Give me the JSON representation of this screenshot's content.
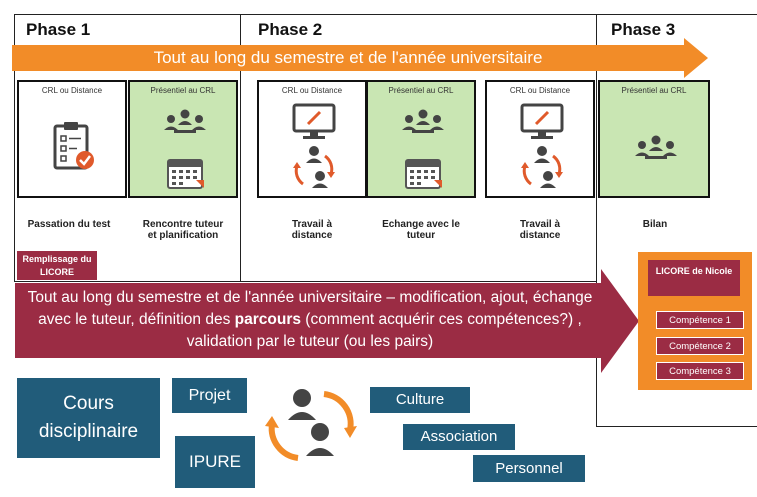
{
  "phases": [
    "Phase 1",
    "Phase 2",
    "Phase 3"
  ],
  "banner_text": "Tout au long du semestre et de l'année universitaire",
  "cards": [
    {
      "title": "CRL ou Distance",
      "caption": "Passation du test",
      "icon": "checklist-icon",
      "green": false
    },
    {
      "title": "Présentiel au CRL",
      "caption": "Rencontre tuteur et planification",
      "icon": "meeting-calendar-icon",
      "green": true
    },
    {
      "title": "CRL ou Distance",
      "caption": "Travail à distance",
      "icon": "monitor-exchange-icon",
      "green": false
    },
    {
      "title": "Présentiel au CRL",
      "caption": "Echange avec le tuteur",
      "icon": "meeting-calendar-icon",
      "green": true
    },
    {
      "title": "CRL ou Distance",
      "caption": "Travail à distance",
      "icon": "monitor-exchange-icon",
      "green": false
    },
    {
      "title": "Présentiel au CRL",
      "caption": "Bilan",
      "icon": "meeting-icon",
      "green": true
    }
  ],
  "remplissage": "Remplissage du LICORE",
  "red_text": {
    "part1": "Tout au long du semestre et de l'année universitaire – modification, ajout, échange avec le tuteur, définition des ",
    "bold": "parcours",
    "part2": " (comment acquérir ces compétences?) , validation par le tuteur (ou les pairs)"
  },
  "licore": {
    "title": "LICORE de Nicole",
    "competences": [
      "Compétence 1",
      "Compétence 2",
      "Compétence 3"
    ]
  },
  "sources": {
    "cours": "Cours disciplinaire",
    "projet": "Projet",
    "ipure": "IPURE",
    "culture": "Culture",
    "association": "Association",
    "personnel": "Personnel"
  },
  "colors": {
    "orange": "#f28c28",
    "crimson": "#9b2c44",
    "blue": "#215c7a",
    "green": "#c9e6b3"
  }
}
